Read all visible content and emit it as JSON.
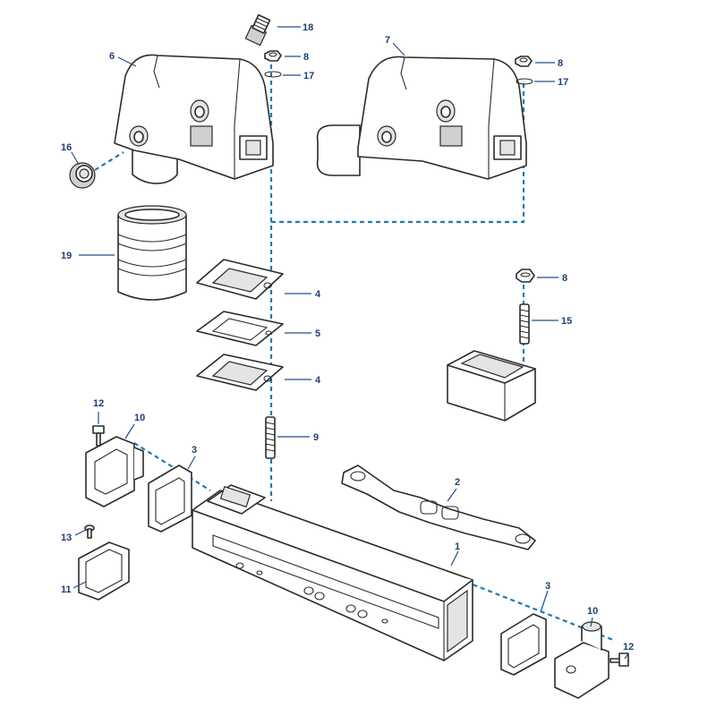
{
  "diagram": {
    "callouts": {
      "c1": "1",
      "c2": "2",
      "c3a": "3",
      "c3b": "3",
      "c4a": "4",
      "c4b": "4",
      "c5": "5",
      "c6": "6",
      "c7": "7",
      "c8a": "8",
      "c8b": "8",
      "c8c": "8",
      "c9": "9",
      "c10a": "10",
      "c10b": "10",
      "c11": "11",
      "c12a": "12",
      "c12b": "12",
      "c13": "13",
      "c15": "15",
      "c16": "16",
      "c17a": "17",
      "c17b": "17",
      "c18": "18",
      "c19": "19"
    },
    "colors": {
      "leader": "#1f4f8a",
      "assembly_line": "#1f7ab8",
      "outline": "#2b2b2b"
    }
  }
}
